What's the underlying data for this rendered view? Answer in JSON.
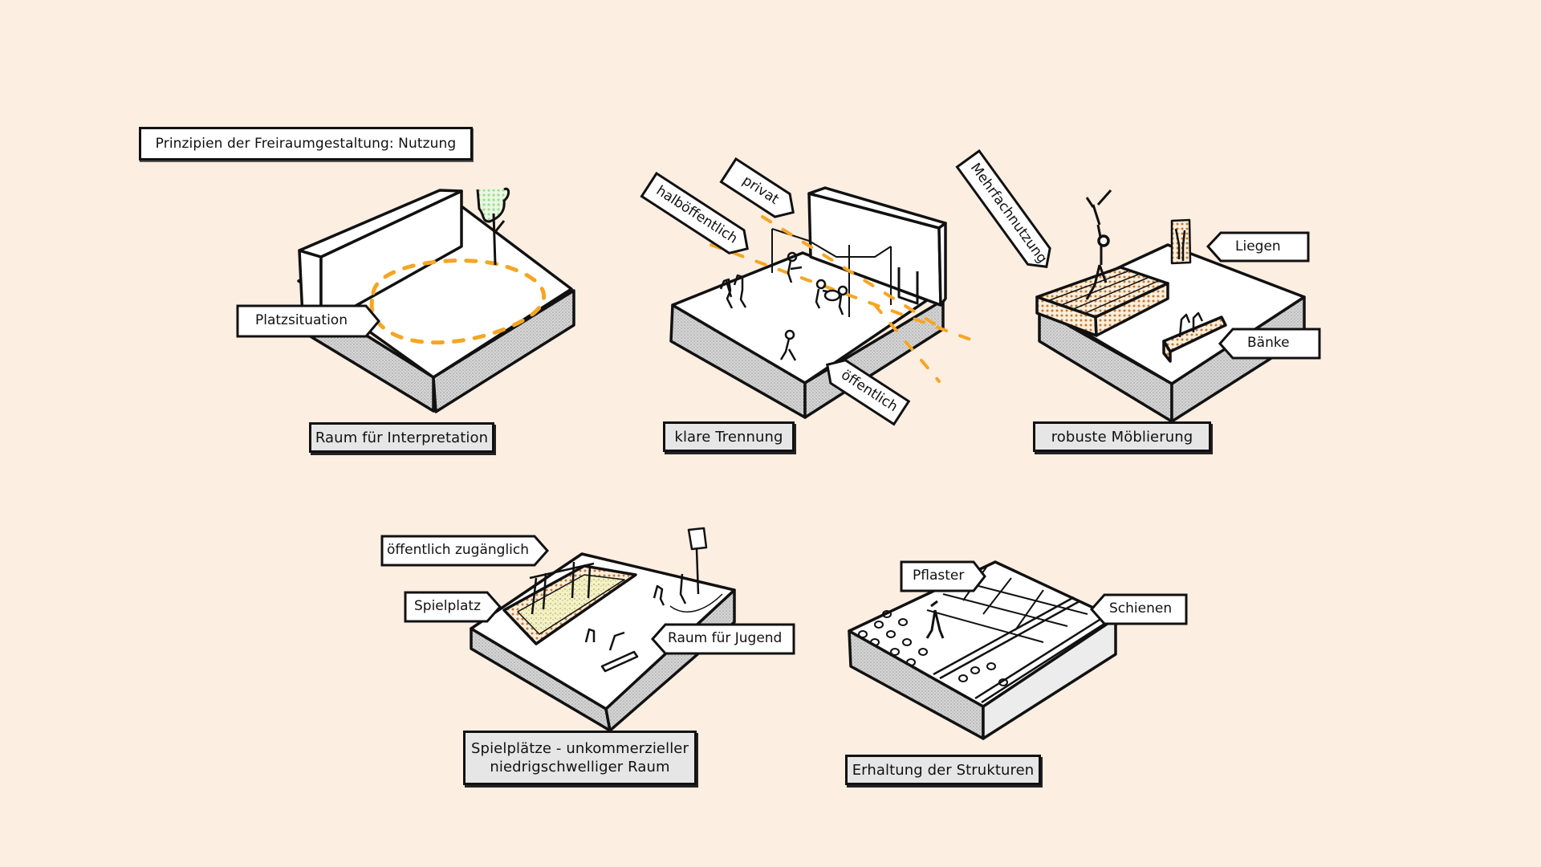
{
  "title": "Prinzipien der Freiraumgestaltung: Nutzung",
  "colors": {
    "background": "#fdeee2",
    "label_fill": "#ffffff",
    "caption_fill": "#e6e6e6",
    "outline": "#111111",
    "dash_accent": "#f5a623",
    "tree_fill": "#bfe8b0",
    "furniture_fill": "#d9a46b",
    "sand_fill": "#f3ecb0"
  },
  "diagrams": [
    {
      "id": "interpretation",
      "caption": "Raum für Interpretation",
      "labels": [
        "Platzsituation"
      ]
    },
    {
      "id": "trennung",
      "caption": "klare Trennung",
      "labels": [
        "halböffentlich",
        "privat",
        "öffentlich"
      ]
    },
    {
      "id": "moeblierung",
      "caption": "robuste Möblierung",
      "labels": [
        "Mehrfachnutzung",
        "Liegen",
        "Bänke"
      ]
    },
    {
      "id": "spielplaetze",
      "caption_lines": [
        "Spielplätze - unkommerzieller",
        "niedrigschwelliger Raum"
      ],
      "labels": [
        "öffentlich zugänglich",
        "Spielplatz",
        "Raum für Jugend"
      ]
    },
    {
      "id": "strukturen",
      "caption": "Erhaltung der Strukturen",
      "labels": [
        "Pflaster",
        "Schienen"
      ]
    }
  ]
}
